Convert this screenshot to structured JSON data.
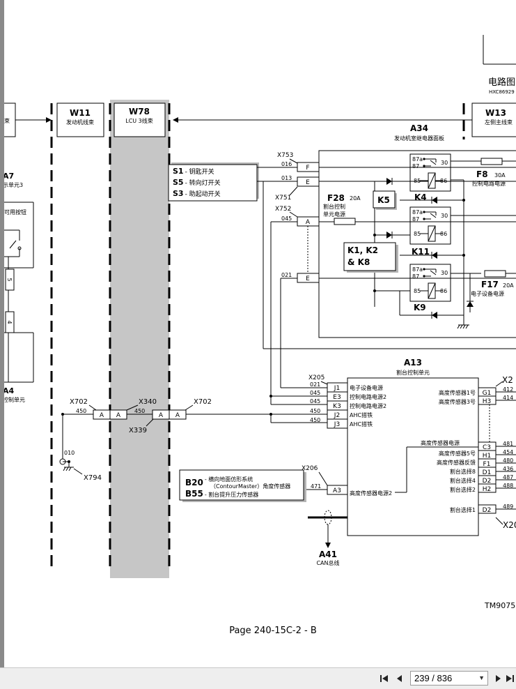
{
  "header": {
    "title": "电路图",
    "doc_code": "HXC86929"
  },
  "harnesses": [
    {
      "id": "W11",
      "desc": "发动机线束"
    },
    {
      "id": "W78",
      "desc": "LCU 3线束"
    },
    {
      "id": "W13",
      "desc": "左侧主线束"
    }
  ],
  "left_fragments": {
    "a7": "A7",
    "a7_desc": "示单元3",
    "button": "可用按钮",
    "n5": "5",
    "n4": "4",
    "a4": "A4",
    "a4_desc": "控制单元"
  },
  "switch_box": {
    "items": [
      {
        "code": "S1",
        "label": "- 钥匙开关"
      },
      {
        "code": "S5",
        "label": "- 转向灯开关"
      },
      {
        "code": "S3",
        "label": "- 助起动开关"
      }
    ]
  },
  "relay_panel": {
    "id": "A34",
    "desc": "发动机室继电器面板",
    "connectors": [
      "X753",
      "X751",
      "X752"
    ],
    "pins": [
      "F",
      "E",
      "A",
      "E"
    ],
    "wires": [
      "016",
      "013",
      "045",
      "021"
    ],
    "relays": [
      "K4",
      "K11",
      "K9"
    ],
    "relay_pins": [
      "87a",
      "87",
      "30",
      "85",
      "86"
    ],
    "k5": "K5",
    "k_group": [
      "K1, K2",
      "& K8"
    ],
    "fuses": [
      {
        "id": "F28",
        "amps": "20A",
        "desc": [
          "割台控制",
          "单元电源"
        ]
      },
      {
        "id": "F8",
        "amps": "30A",
        "desc": [
          "控制电路电源"
        ]
      },
      {
        "id": "F17",
        "amps": "20A",
        "desc": [
          "电子设备电源"
        ]
      }
    ]
  },
  "a13": {
    "id": "A13",
    "desc": "割台控制单元",
    "x205": "X205",
    "x206": "X206",
    "left_pins": [
      {
        "wire": "021",
        "pin": "J1",
        "label": "电子设备电源"
      },
      {
        "wire": "045",
        "pin": "E3",
        "label": "控制电路电源2"
      },
      {
        "wire": "045",
        "pin": "K3",
        "label": "控制电路电源2"
      },
      {
        "wire": "450",
        "pin": "J2",
        "label": "AHC搭铁"
      },
      {
        "wire": "450",
        "pin": "J3",
        "label": "AHC搭铁"
      }
    ],
    "a3": {
      "wire": "471",
      "pin": "A3",
      "label": "高度传感器电源2"
    },
    "right_top": [
      {
        "label": "高度传感器1号",
        "pin": "G1",
        "wire": "412"
      },
      {
        "label": "高度传感器3号",
        "pin": "H3",
        "wire": "414"
      }
    ],
    "right_x2": "X2",
    "right_mid": [
      {
        "label": "高度传感器电源",
        "pin": "C3",
        "wire": "481"
      },
      {
        "label": "高度传感器5号",
        "pin": "H1",
        "wire": "454"
      },
      {
        "label": "高度传感器反馈",
        "pin": "F1",
        "wire": "480"
      },
      {
        "label": "割台选择8",
        "pin": "D1",
        "wire": "436"
      },
      {
        "label": "割台选择4",
        "pin": "D2",
        "wire": "487"
      },
      {
        "label": "割台选择2",
        "pin": "H2",
        "wire": "488"
      }
    ],
    "right_bottom": {
      "label": "割台选择1",
      "pin": "D2",
      "wire": "489"
    },
    "right_x20": "X20"
  },
  "sensor_box": {
    "lines": [
      {
        "code": "B20",
        "label": "- 横向地面仿形系统"
      },
      {
        "code": "",
        "label": "（ContourMaster）角度传感器"
      },
      {
        "code": "B55",
        "label": "- 割台提升压力传感器"
      }
    ]
  },
  "ground_line": {
    "connectors": [
      "X702",
      "X340",
      "X702",
      "X339"
    ],
    "pins": [
      "A",
      "A",
      "A",
      "A"
    ],
    "wire": "450",
    "splice": "010",
    "ground": "X794"
  },
  "can_bus": {
    "id": "A41",
    "desc": "CAN总线"
  },
  "footer": {
    "tm": "TM9075",
    "page_label": "Page 240-15C-2 - B"
  },
  "viewer": {
    "page_value": "239 / 836"
  }
}
